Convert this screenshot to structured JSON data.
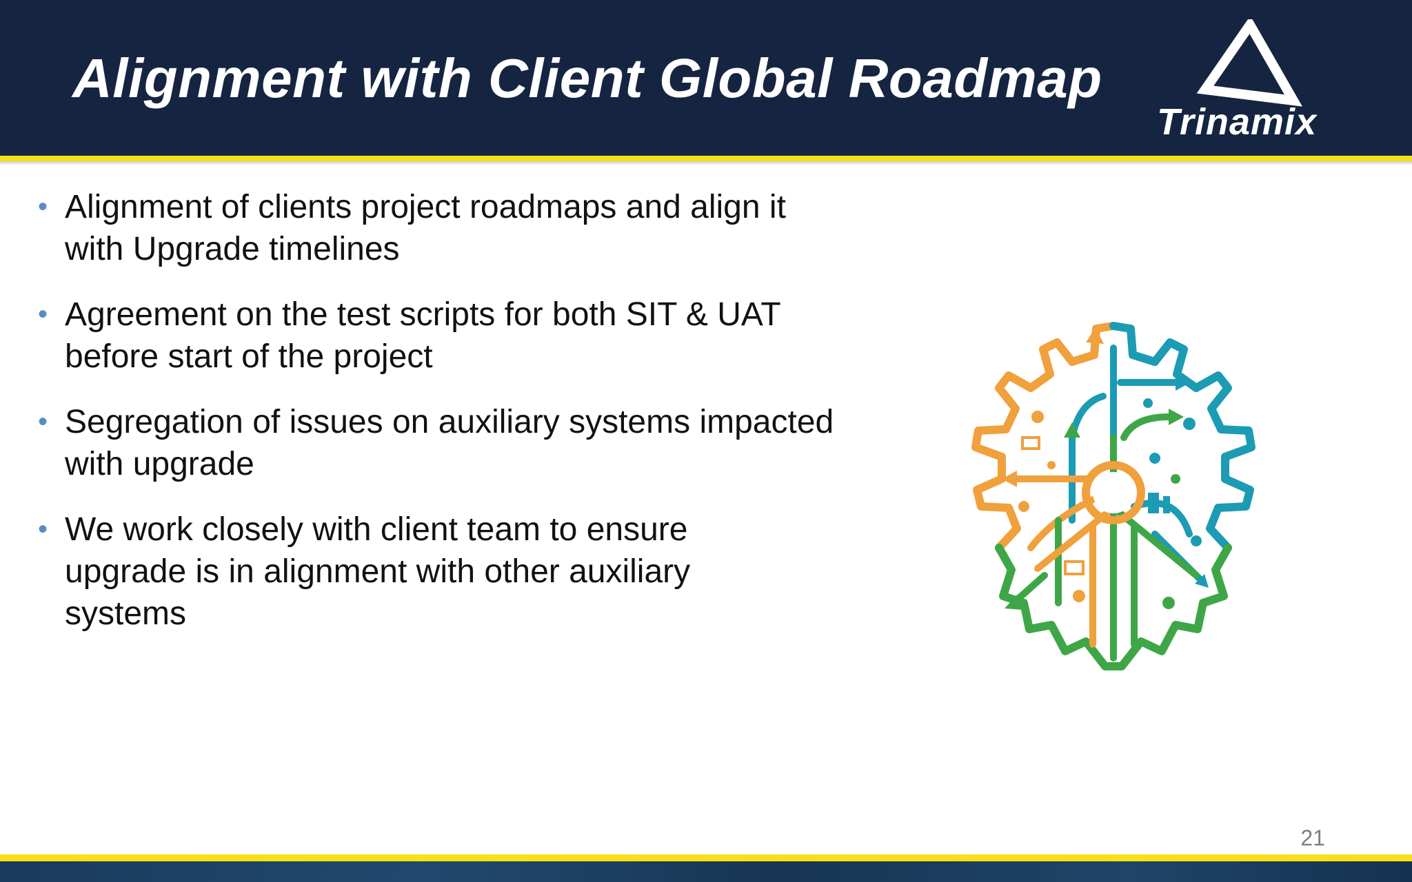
{
  "slide": {
    "title": "Alignment with Client Global Roadmap",
    "logo_text": "Trinamix",
    "page_number": "21",
    "colors": {
      "header_background": "#152541",
      "accent_yellow": "#f7e01a",
      "bullet_blue": "#5b8bc4",
      "gear_orange": "#f0a03c",
      "gear_teal": "#1c9bb4",
      "gear_green": "#3fa648"
    }
  },
  "bullets": [
    {
      "text": "Alignment of clients project roadmaps and align it\nwith Upgrade timelines"
    },
    {
      "text": "Agreement on the test scripts for both SIT & UAT\nbefore start of the project"
    },
    {
      "text": "Segregation of issues on auxiliary systems impacted\nwith upgrade"
    },
    {
      "text": "We work closely with client team to ensure\nupgrade is in alignment with other auxiliary\nsystems"
    }
  ],
  "illustration": {
    "icon": "gear-business-icon"
  }
}
